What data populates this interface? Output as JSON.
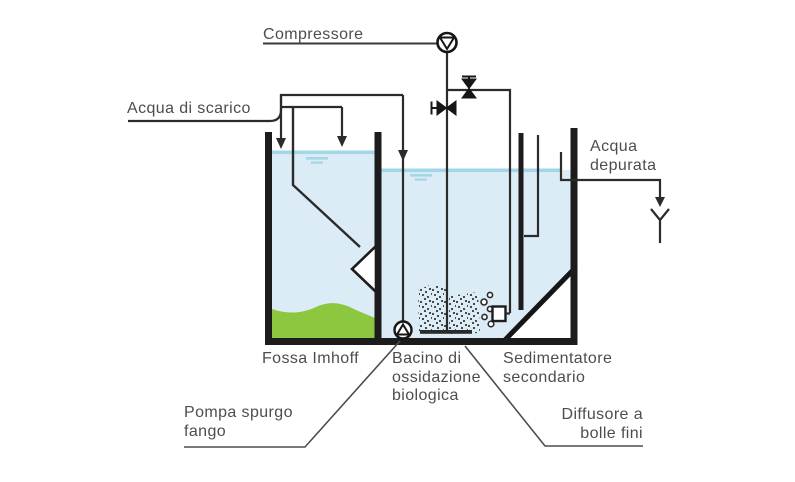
{
  "labels": {
    "compressore": "Compressore",
    "acqua_scarico": "Acqua di scarico",
    "acqua_depurata": [
      "Acqua",
      "depurata"
    ],
    "fossa": "Fossa Imhoff",
    "bacino": [
      "Bacino di",
      "ossidazione",
      "biologica"
    ],
    "sedimentatore": [
      "Sedimentatore",
      "secondario"
    ],
    "pompa": [
      "Pompa spurgo",
      "fango"
    ],
    "diffusore": [
      "Diffusore a",
      "bolle fini"
    ]
  },
  "colors": {
    "water_fill": "#dcecf7",
    "water_surface": "#a3d7e6",
    "sludge_green": "#8dc63f",
    "line_dark": "#2b2b2b",
    "label_gray": "#4d4d4d"
  },
  "symbols": {
    "compressor": "circle-triangle-down",
    "pump": "circle-triangle-up",
    "valve_main": "bowtie-handle-left",
    "valve_branch": "bowtie-handle-top",
    "drain": "y-drain-arrow",
    "diffuser": "dotted-bubble-cloud",
    "inlet": "down-arrow"
  }
}
